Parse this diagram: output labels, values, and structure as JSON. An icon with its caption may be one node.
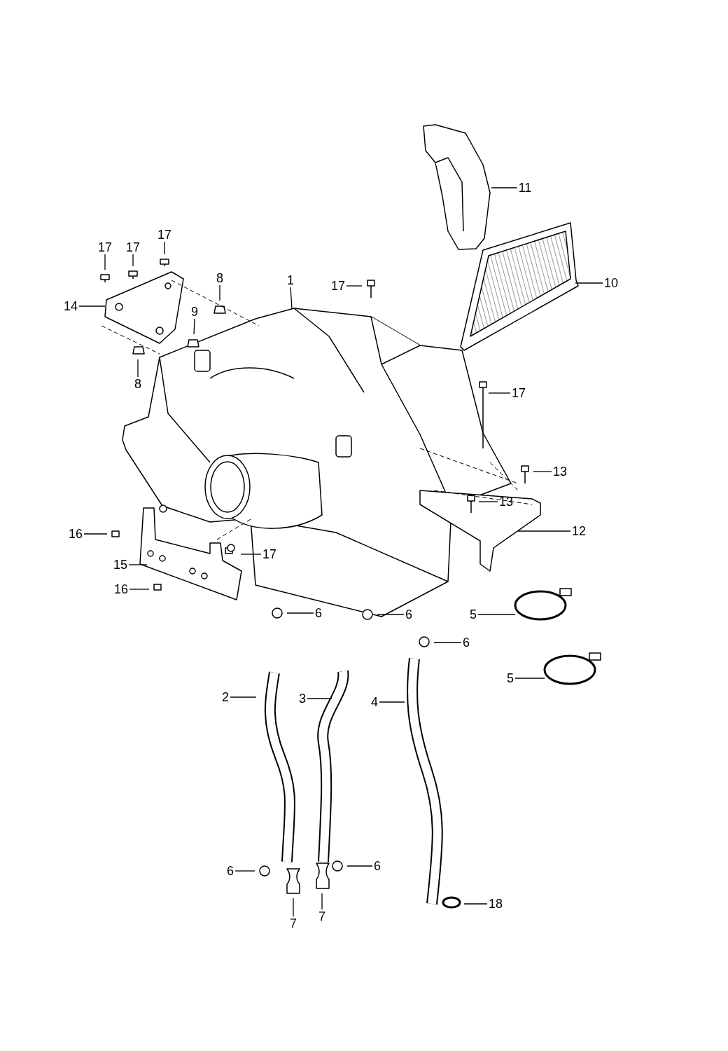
{
  "diagram": {
    "nodes": [
      {
        "text": [
          "11"
        ]
      },
      {
        "text": [
          "17"
        ]
      },
      {
        "text": [
          "17"
        ]
      },
      {
        "text": [
          "17"
        ]
      },
      {
        "text": [
          "8"
        ]
      },
      {
        "text": [
          "1"
        ]
      },
      {
        "text": [
          "17"
        ]
      },
      {
        "text": [
          "10"
        ]
      },
      {
        "text": [
          "14"
        ]
      },
      {
        "text": [
          "9"
        ]
      },
      {
        "text": [
          "8"
        ]
      },
      {
        "text": [
          "17"
        ]
      },
      {
        "text": [
          "13"
        ]
      },
      {
        "text": [
          "13"
        ]
      },
      {
        "text": [
          "12"
        ]
      },
      {
        "text": [
          "16"
        ]
      },
      {
        "text": [
          "15"
        ]
      },
      {
        "text": [
          "17"
        ]
      },
      {
        "text": [
          "16"
        ]
      },
      {
        "text": [
          "6"
        ]
      },
      {
        "text": [
          "6"
        ]
      },
      {
        "text": [
          "5"
        ]
      },
      {
        "text": [
          "6"
        ]
      },
      {
        "text": [
          "5"
        ]
      },
      {
        "text": [
          "2"
        ]
      },
      {
        "text": [
          "3"
        ]
      },
      {
        "text": [
          "4"
        ]
      },
      {
        "text": [
          "6"
        ]
      },
      {
        "text": [
          "6"
        ]
      },
      {
        "text": [
          "7"
        ]
      },
      {
        "text": [
          "7"
        ]
      },
      {
        "text": [
          "18"
        ]
      }
    ],
    "edges": [
      {
        "from": 0,
        "to": null,
        "arrow": "none"
      },
      {
        "from": 1,
        "to": null,
        "arrow": "none"
      },
      {
        "from": 2,
        "to": null,
        "arrow": "none"
      },
      {
        "from": 3,
        "to": null,
        "arrow": "none"
      },
      {
        "from": 4,
        "to": null,
        "arrow": "none"
      },
      {
        "from": 5,
        "to": null,
        "arrow": "none"
      },
      {
        "from": 6,
        "to": null,
        "arrow": "none"
      },
      {
        "from": 7,
        "to": null,
        "arrow": "none"
      },
      {
        "from": 8,
        "to": null,
        "arrow": "none"
      },
      {
        "from": 9,
        "to": null,
        "arrow": "none"
      },
      {
        "from": 10,
        "to": null,
        "arrow": "none"
      },
      {
        "from": 11,
        "to": null,
        "arrow": "none"
      },
      {
        "from": 12,
        "to": null,
        "arrow": "none"
      },
      {
        "from": 13,
        "to": null,
        "arrow": "none"
      },
      {
        "from": 14,
        "to": null,
        "arrow": "none"
      },
      {
        "from": 15,
        "to": null,
        "arrow": "none"
      },
      {
        "from": 16,
        "to": null,
        "arrow": "none"
      },
      {
        "from": 17,
        "to": null,
        "arrow": "none"
      },
      {
        "from": 18,
        "to": null,
        "arrow": "none"
      },
      {
        "from": 19,
        "to": null,
        "arrow": "none"
      },
      {
        "from": 20,
        "to": null,
        "arrow": "none"
      },
      {
        "from": 21,
        "to": null,
        "arrow": "none"
      },
      {
        "from": 22,
        "to": null,
        "arrow": "none"
      },
      {
        "from": 23,
        "to": null,
        "arrow": "none"
      },
      {
        "from": 24,
        "to": null,
        "arrow": "none"
      },
      {
        "from": 25,
        "to": null,
        "arrow": "none"
      },
      {
        "from": 26,
        "to": null,
        "arrow": "none"
      },
      {
        "from": 27,
        "to": null,
        "arrow": "none"
      },
      {
        "from": 28,
        "to": null,
        "arrow": "none"
      },
      {
        "from": 29,
        "to": null,
        "arrow": "none"
      },
      {
        "from": 30,
        "to": null,
        "arrow": "none"
      },
      {
        "from": 31,
        "to": null,
        "arrow": "none"
      }
    ]
  }
}
